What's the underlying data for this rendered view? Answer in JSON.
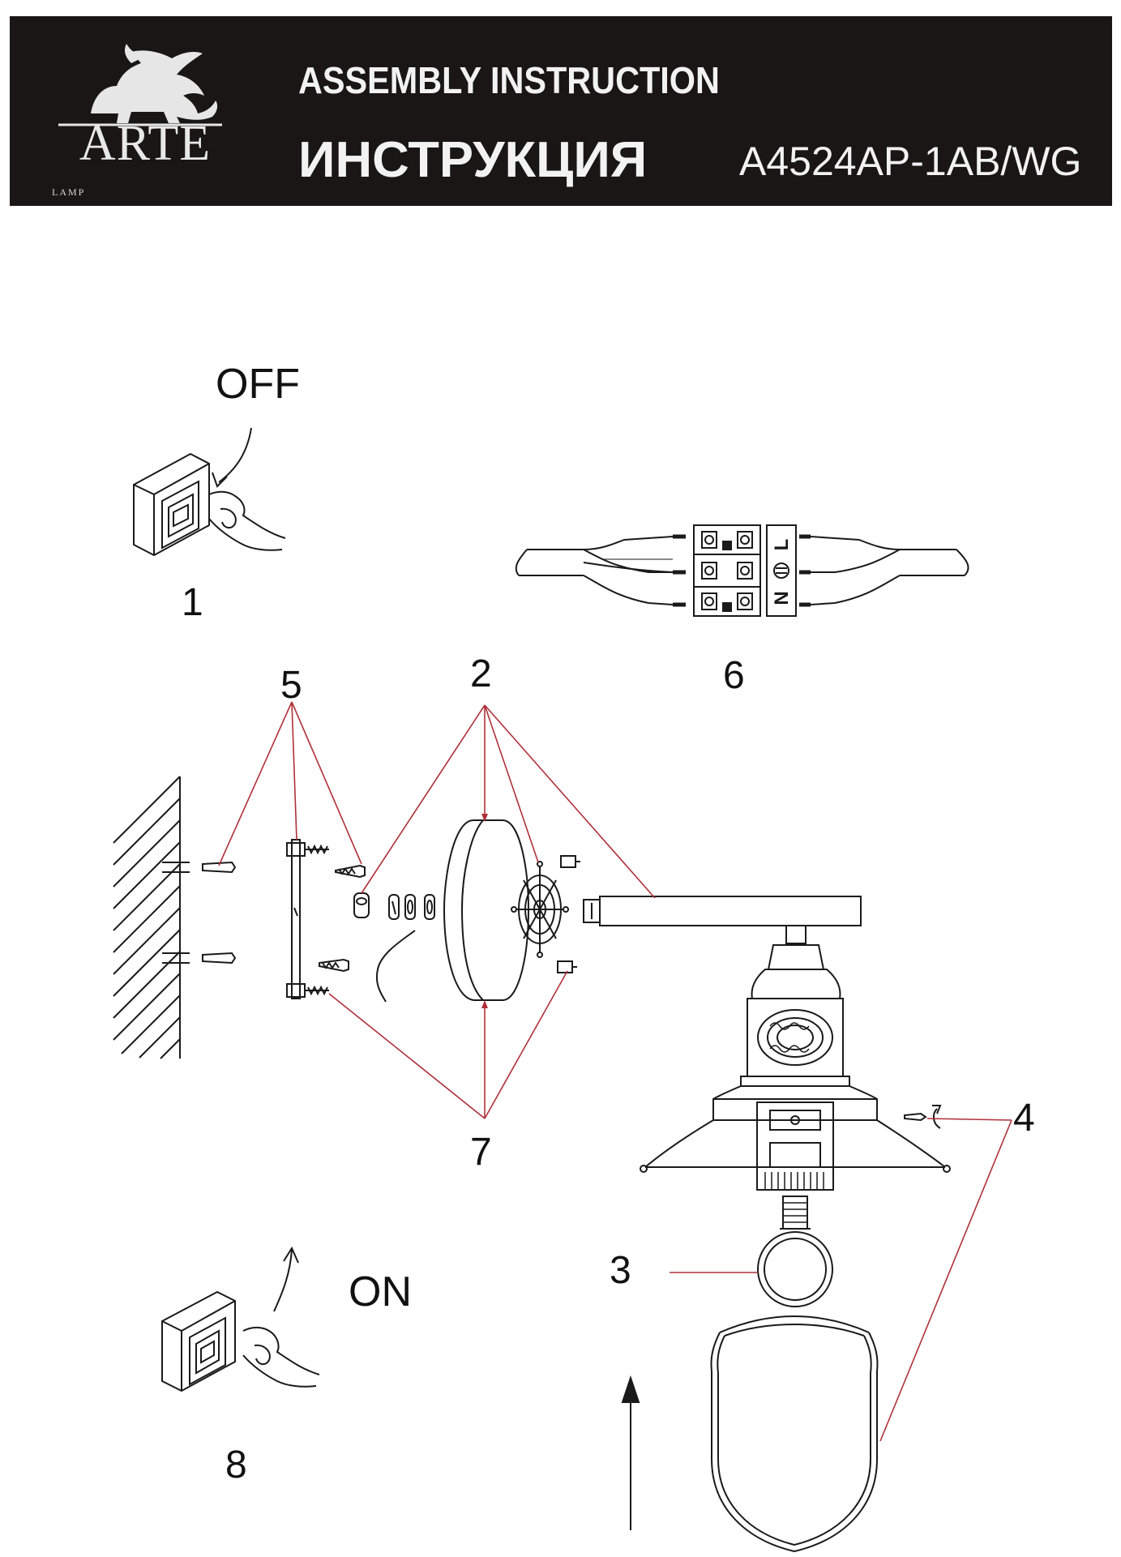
{
  "header": {
    "brand_name": "ARTE",
    "brand_sub": "LAMP",
    "title_en": "ASSEMBLY INSTRUCTION",
    "title_ru": "ИНСТРУКЦИЯ",
    "model": "A4524AP-1AB/WG"
  },
  "steps": {
    "off_label": "OFF",
    "on_label": "ON",
    "n1": "1",
    "n2": "2",
    "n3": "3",
    "n4": "4",
    "n5": "5",
    "n6": "6",
    "n7": "7",
    "n8": "8"
  },
  "terminal": {
    "l": "L",
    "n": "N"
  },
  "colors": {
    "header_bg": "#1a1616",
    "leader_line": "#b0303a",
    "line_art": "#1a1a1a"
  }
}
